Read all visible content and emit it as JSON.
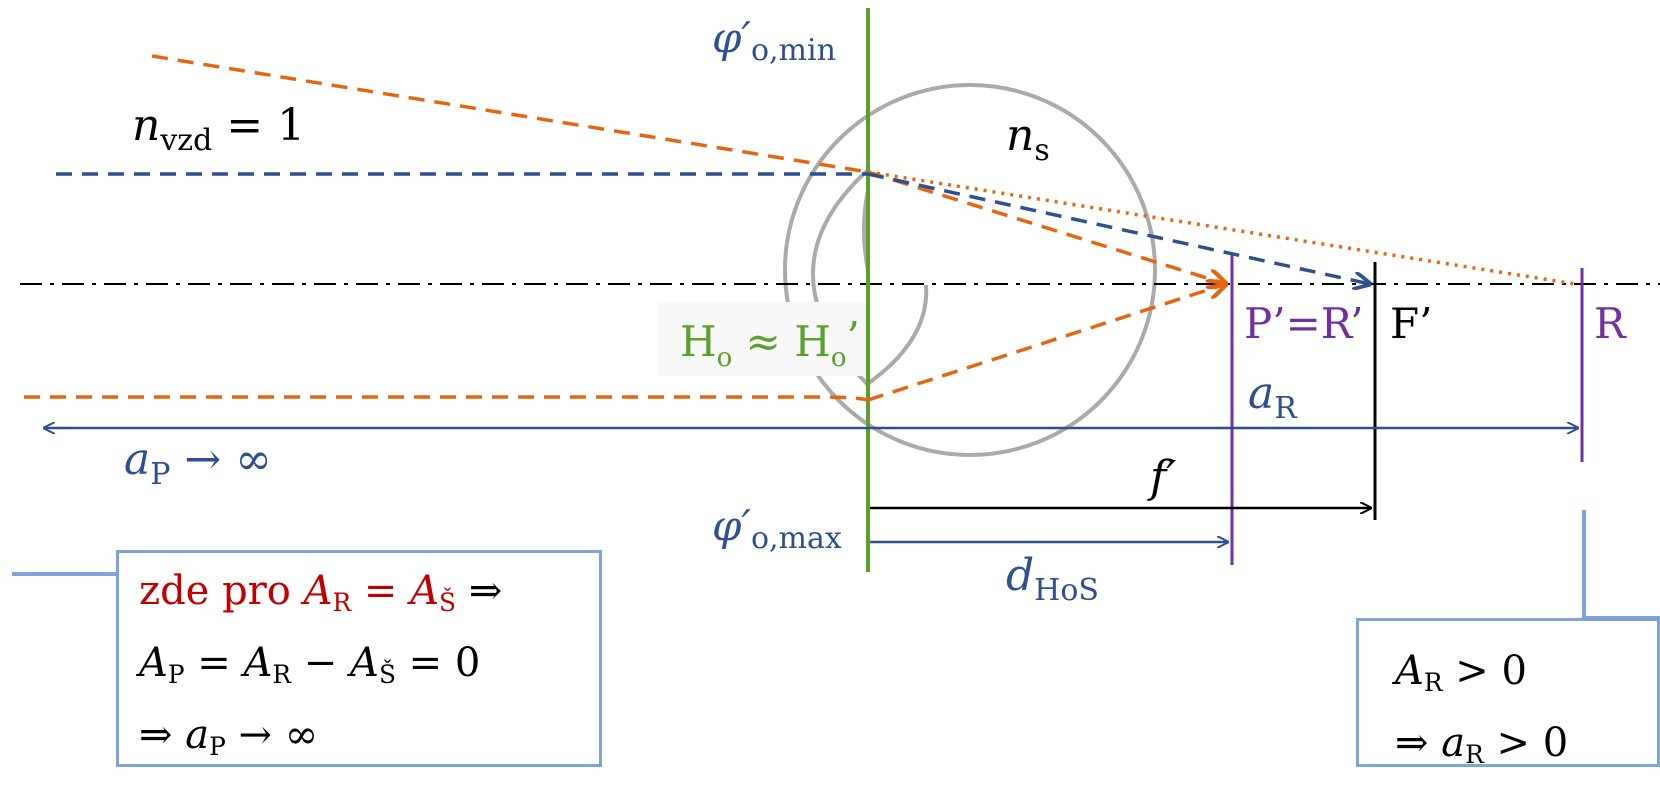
{
  "colors": {
    "green": "#5aa02c",
    "orange": "#e8650f",
    "navy": "#2f4f8f",
    "purple": "#7030a0",
    "gray": "#aaaaaa",
    "black": "#000000",
    "red": "#c00000",
    "box_border": "#7fa3d8"
  },
  "labels": {
    "phi_min": {
      "sym": "φ′",
      "sub": "o,min"
    },
    "phi_max": {
      "sym": "φ′",
      "sub": "o,max"
    },
    "n_air": {
      "sym": "n",
      "sub": "vzd",
      "rest": " = 1"
    },
    "n_s": {
      "sym": "n",
      "sub": "s"
    },
    "principal": {
      "a": "H",
      "a_sub": "o",
      "mid": " ≈ H",
      "b_sub": "o",
      "b_tail": "’"
    },
    "p_r_image": "P’=R’",
    "focal_point": "F’",
    "far_point": "R",
    "a_p": {
      "sym": "a",
      "sub": "P",
      "rest": " → ∞"
    },
    "a_r": {
      "sym": "a",
      "sub": "R"
    },
    "f_prime": "f′",
    "d_hos": {
      "sym": "d",
      "sub": "HoS"
    }
  },
  "box_left": {
    "line1": {
      "text": "zde pro ",
      "a": "A",
      "a_sub": "R",
      "eq": " = ",
      "b": "A",
      "b_sub": "Š",
      "tail": " ⇒"
    },
    "line2": {
      "a": "A",
      "a_sub": "P",
      "eq": " = ",
      "b": "A",
      "b_sub": "R",
      "minus": " − ",
      "c": "A",
      "c_sub": "Š",
      "tail": " = 0"
    },
    "line3": {
      "pre": "⇒ ",
      "a": "a",
      "a_sub": "P",
      "tail": " → ∞"
    }
  },
  "box_right": {
    "line1": {
      "a": "A",
      "a_sub": "R",
      "tail": " > 0"
    },
    "line2": {
      "pre": "⇒ ",
      "a": "a",
      "a_sub": "R",
      "tail": " > 0"
    }
  }
}
